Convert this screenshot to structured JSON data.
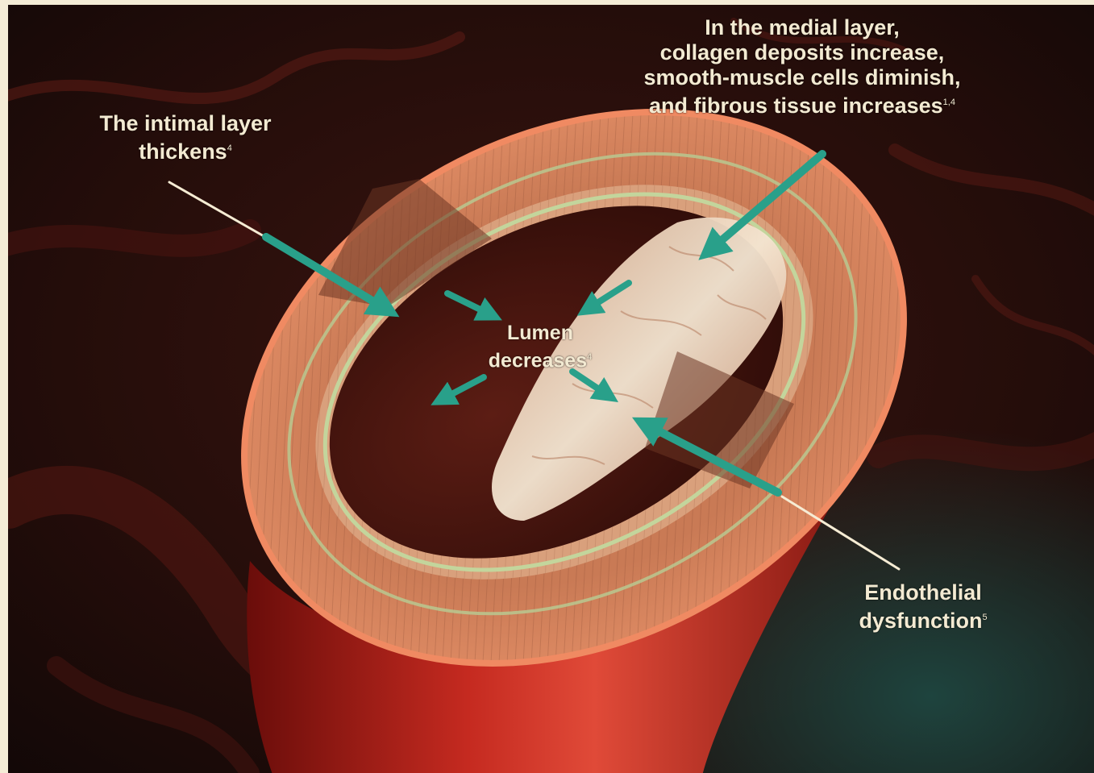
{
  "labels": {
    "medial": {
      "lines": [
        "In the medial layer,",
        "collagen deposits increase,",
        "smooth-muscle cells diminish,",
        "and fibrous tissue increases"
      ],
      "sup": "1,4"
    },
    "intimal": {
      "lines": [
        "The intimal layer",
        "thickens"
      ],
      "sup": "4"
    },
    "lumen": {
      "lines": [
        "Lumen",
        "decreases"
      ],
      "sup": "4"
    },
    "endothelial": {
      "lines": [
        "Endothelial",
        "dysfunction"
      ],
      "sup": "5"
    }
  },
  "colors": {
    "background": "#1c0d0b",
    "frame": "#f4ecd6",
    "vessel_outer": "#b8241c",
    "cut_wall": "#d0835a",
    "lumen": "#4a1610",
    "plaque": "#efd9bf",
    "arrow": "#29a08a",
    "label_text": "#f3ead2"
  }
}
